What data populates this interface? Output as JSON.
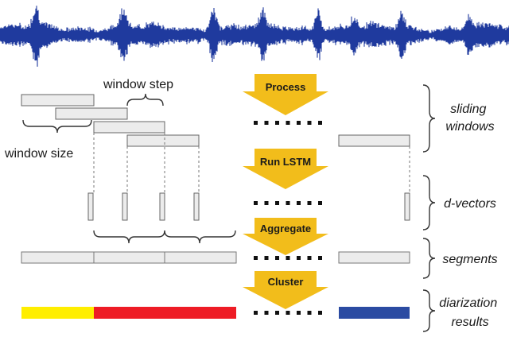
{
  "stages": [
    {
      "label": "Process"
    },
    {
      "label": "Run LSTM"
    },
    {
      "label": "Aggregate"
    },
    {
      "label": "Cluster"
    }
  ],
  "annotations": {
    "window_step": "window step",
    "window_size": "window size"
  },
  "side_labels": [
    {
      "lines": [
        "sliding",
        "windows"
      ]
    },
    {
      "lines": [
        "d-vectors"
      ]
    },
    {
      "lines": [
        "segments"
      ]
    },
    {
      "lines": [
        "diarization",
        "results"
      ]
    }
  ],
  "colors": {
    "waveform": "#1f3a9e",
    "arrow": "#f2bd1b",
    "speaker_a": "#ffee00",
    "speaker_b": "#ee1c25",
    "speaker_c": "#2b4ba2"
  },
  "icons": {
    "waveform": "audio-waveform-icon",
    "arrow": "down-arrow-icon",
    "brace": "curly-brace-icon"
  }
}
